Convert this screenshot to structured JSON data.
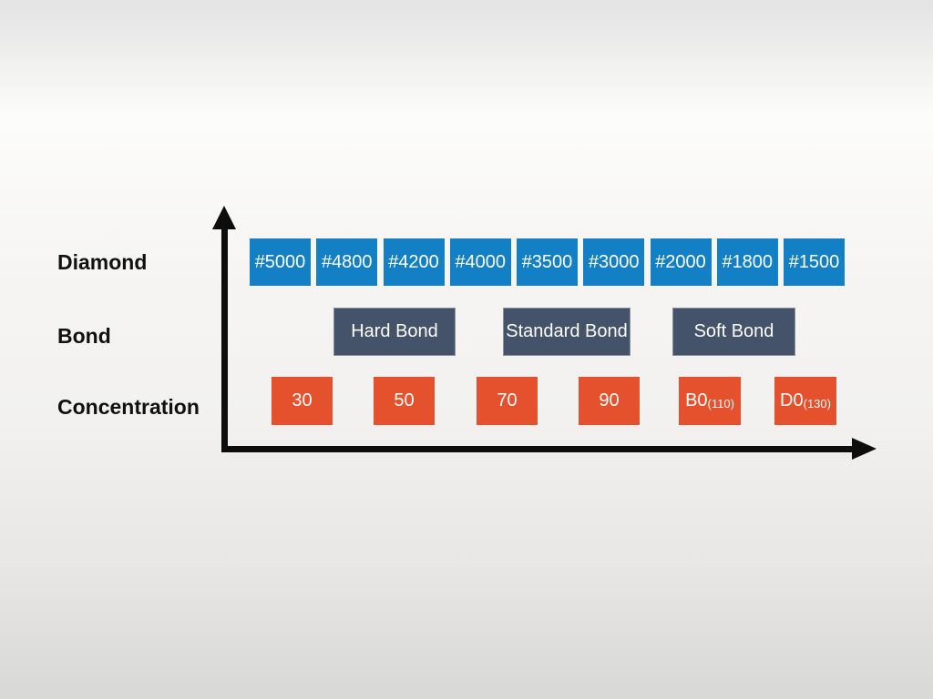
{
  "labels": {
    "diamond": "Diamond",
    "bond": "Bond",
    "concentration": "Concentration"
  },
  "diamond_row": {
    "items": [
      "#5000",
      "#4800",
      "#4200",
      "#4000",
      "#3500",
      "#3000",
      "#2000",
      "#1800",
      "#1500"
    ]
  },
  "bond_row": {
    "items": [
      "Hard Bond",
      "Standard Bond",
      "Soft Bond"
    ]
  },
  "concentration_row": {
    "items": [
      {
        "main": "30",
        "sub": ""
      },
      {
        "main": "50",
        "sub": ""
      },
      {
        "main": "70",
        "sub": ""
      },
      {
        "main": "90",
        "sub": ""
      },
      {
        "main": "B0",
        "sub": "(110)"
      },
      {
        "main": "D0",
        "sub": "(130)"
      }
    ]
  },
  "colors": {
    "diamond_box": "#1380c5",
    "bond_box": "#44536a",
    "bond_box_border": "#8b919b",
    "concentration_box": "#e5512c",
    "axis": "#0d0d0d",
    "box_text": "#ffffff",
    "label_text": "#111111",
    "background_top": "#e3e3e3",
    "background_middle": "#f6f5f3",
    "background_bottom": "#d8d8d7"
  }
}
